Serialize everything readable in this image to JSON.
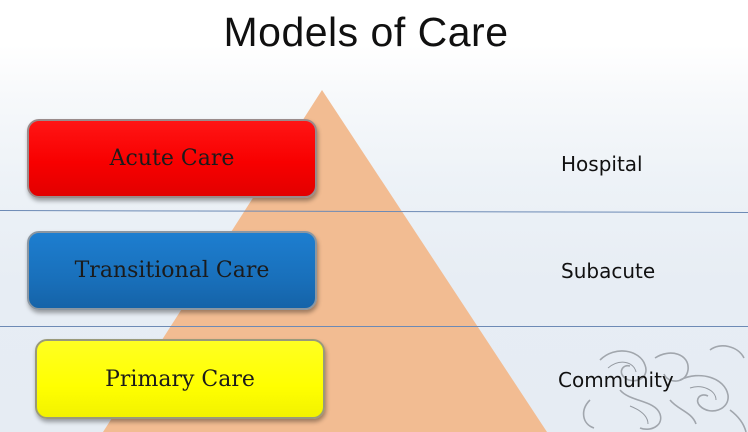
{
  "title": "Models of Care",
  "levels": [
    {
      "care": "Acute Care",
      "setting": "Hospital",
      "color": "#ff0000"
    },
    {
      "care": "Transitional Care",
      "setting": "Subacute",
      "color": "#1a73c4"
    },
    {
      "care": "Primary Care",
      "setting": "Community",
      "color": "#ffff00"
    }
  ],
  "colors": {
    "pyramid": "#f2bc92",
    "divider": "#6d8ab5",
    "background": "#e6ecf3"
  }
}
